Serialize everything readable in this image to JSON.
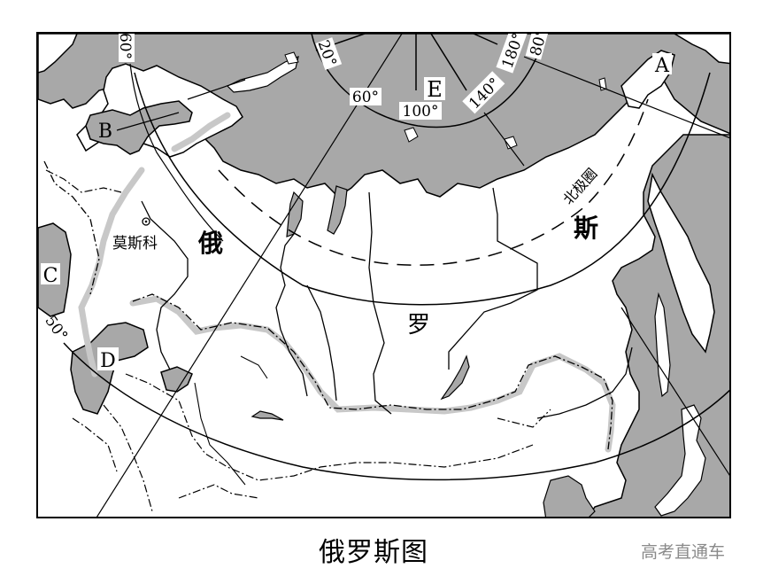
{
  "figure": {
    "caption": "俄罗斯图",
    "watermark": "高考直通车",
    "colors": {
      "sea": "#a8a8a8",
      "land": "#ffffff",
      "mountain_belt": "#c8c8c8",
      "lines": "#000000"
    }
  },
  "map": {
    "country_label_chars": [
      "俄",
      "罗",
      "斯"
    ],
    "arctic_circle_label": "北极圈",
    "capital": {
      "name": "莫斯科",
      "symbol": "capital-dot-circle"
    },
    "point_labels": {
      "A": "A",
      "B": "B",
      "C": "C",
      "D": "D",
      "E": "E"
    },
    "graticule_labels": {
      "lon_20": "20°",
      "lon_60": "60°",
      "lon_100": "100°",
      "lon_140": "140°",
      "lon_180": "180°",
      "lat_80": "80°",
      "lat_60": "60°",
      "lat_50": "50°"
    }
  }
}
